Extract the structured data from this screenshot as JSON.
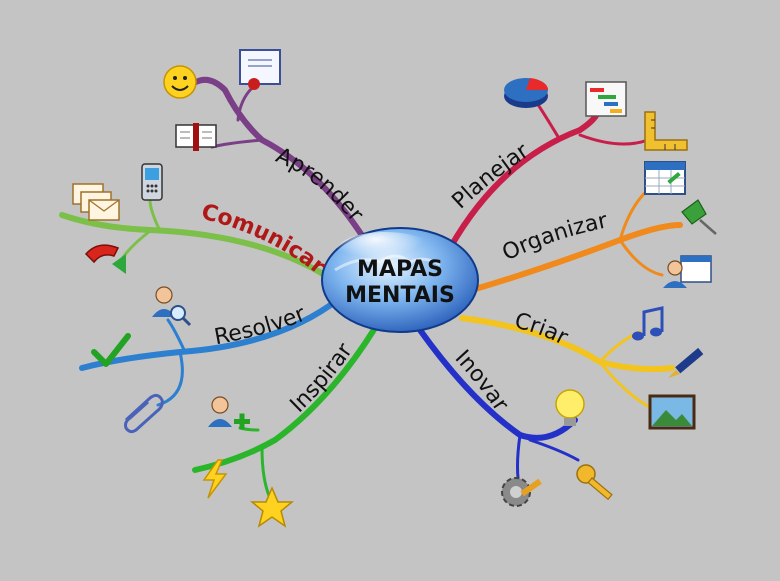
{
  "center": {
    "line1": "MAPAS",
    "line2": "MENTAIS"
  },
  "branches": {
    "aprender": {
      "label": "Aprender",
      "color": "#7a3f86",
      "icons": [
        "smiley-icon",
        "book-icon",
        "certificate-icon"
      ]
    },
    "comunicar": {
      "label": "Comunicar",
      "color": "#7cc04a",
      "text_color": "#b01818",
      "icons": [
        "mobile-phone-icon",
        "envelopes-icon",
        "telephone-icon"
      ]
    },
    "resolver": {
      "label": "Resolver",
      "color": "#2d7fd0",
      "icons": [
        "user-search-icon",
        "checkmark-icon",
        "paperclip-icon"
      ]
    },
    "inspirar": {
      "label": "Inspirar",
      "color": "#2bb52b",
      "icons": [
        "add-user-icon",
        "lightning-icon",
        "star-icon"
      ]
    },
    "inovar": {
      "label": "Inovar",
      "color": "#2331c8",
      "icons": [
        "lightbulb-icon",
        "gear-icon",
        "key-icon"
      ]
    },
    "criar": {
      "label": "Criar",
      "color": "#f2c41d",
      "icons": [
        "music-note-icon",
        "pen-icon",
        "picture-icon"
      ]
    },
    "organizar": {
      "label": "Organizar",
      "color": "#f08a1c",
      "icons": [
        "calendar-icon",
        "pushpin-icon",
        "user-calendar-icon"
      ]
    },
    "planejar": {
      "label": "Planejar",
      "color": "#c81e4a",
      "icons": [
        "pie-chart-icon",
        "gantt-chart-icon",
        "ruler-icon"
      ]
    }
  }
}
